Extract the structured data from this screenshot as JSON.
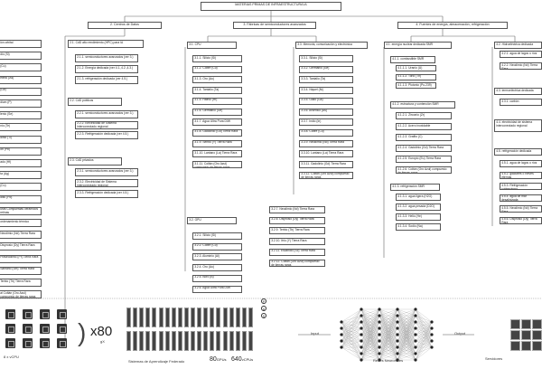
{
  "root": "MATERIAS PRIMAS DE INFRAESTRUCTURA IA",
  "left_column": [
    "ión orbital",
    "dio (Si)",
    "(Cu)",
    "elerio (As)",
    "(Ge)",
    "dium (P)",
    "lenio (Se)",
    "nio (Te)",
    "dinio (Ti)",
    "ón (Pb)",
    "ado (Hf)",
    "ta (Ag)",
    "(Cu)",
    "ditio (Pd)",
    "uras Compuestas cerámicos retinas",
    "ordenamiento térmico",
    "Neodimio (Nd) Tierra Rara",
    "Disprosio (Dy) Tierra Rara",
    "Praseodimio (Pr) Tierra Rara",
    "Samario (Sm) Tierra Rara",
    "Terbio (Tb) Tierra Rara",
    "al Coltán (Oro Azul) compuesto de tierras raras"
  ],
  "centros": {
    "title": "2. Centros de Datos",
    "hpc_title": "2.1. CdD alto rendimiento (HPC) para IA",
    "hpc": [
      "2.1.1. semiconductores avanzados (ver 3.)",
      "2.1.2. Energía dedicada (ver 4.1.,4.2.,4.3.)",
      "2.1.3. refrigeración dedicada (ver 4.5.)"
    ],
    "pub_title": "2.2. CdD públicos",
    "pub": [
      "2.2.1. semiconductores avanzados (ver 3.)",
      "2.2.2. Electricidad de Sistema interconectado regional",
      "2.2.3. Refrigeración dedicada (ver 4.5.)"
    ],
    "priv_title": "2.3. CdD privados",
    "priv": [
      "2.3.1. semiconductores avanzados (ver 3.)",
      "2.3.2. Electricidad de Sistema interconectado regional",
      "2.3.3. Refrigeración dedicada (ver 4.5.)"
    ]
  },
  "fabricas": {
    "title": "3. Fábricas de semiconductores avanzados",
    "cpu_title": "3.1. CPU",
    "cpu": [
      "3.1.1. Silicio (Si)",
      "3.1.2. Cobre (Cu)",
      "3.1.3. Oro (Au)",
      "3.1.4. Tantalio (Ta)",
      "3.1.5. Hafnio (Hf)",
      "3.1.6. Germanio (Ge)",
      "3.1.7. Agua Ultra Pura DIW",
      "3.1.8. Gadolinio (Gd) Tierra Rara",
      "3.1.9. Serbio (Y) Tierra Rara",
      "3.1.10. Lantano (La) Tierra Rara",
      "3.1.11. Coltán (Oro Azul) compuesto de tierras raras"
    ],
    "gpu_title": "3.2. GPU",
    "gpu_a": [
      "3.2.1. Silicio (Si)",
      "3.2.2. Cobre (Cu)",
      "3.2.3. Aluminio (Al)",
      "3.2.4. Oro (Au)",
      "3.2.5. Boro (B)",
      "3.2.6. Agua Ultra Pura DIW"
    ],
    "gpu_b": [
      "3.2.7. Neodimio (Nd) Tierra Rara",
      "3.2.8. Disprosio (Dy) Tierra Rara",
      "3.2.9. Terbio (Tb) Tierra Rara",
      "3.2.10. Itrio (Y) Tierra Rara",
      "3.2.11. Escandio (Sc) Tierra Rara",
      "3.2.12. Coltán (Oro Azul) compuesto de tierras raras"
    ],
    "mem_title": "3.3. Memoria, comunicación y electrónica",
    "mem": [
      "3.3.1. Silicio (Si)",
      "3.3.2. Germanio (Ge)",
      "3.3.3. Tantalio (Ta)",
      "3.3.4. Niquel (Ni)",
      "3.3.5. Galio (Ga)",
      "3.3.6. Arsénico (As)",
      "3.3.7. Indio (In)",
      "3.3.8. Cobre (Cu)",
      "3.3.9. Neodimio (Nd) Tierra Rara",
      "3.3.10. Lantano (La) Tierra Rara",
      "3.3.11. Gadolinio (Gd) Tierra Rara",
      "3.3.12. Coltán (Oro Azul) compuesto de tierras raras"
    ]
  },
  "energia": {
    "title": "4. Fuentes de energía, almacenación, refrigeración",
    "nuc_title": "4.1. energía nuclear dedicada SMR",
    "comb_title": "4.1.1. combustible SMR",
    "comb": [
      "4.1.1.1. Uranio (U)",
      "4.1.1.2. Torio (Th)",
      "4.1.1.3. Plutonio (Pu-239)"
    ],
    "est_title": "4.1.2. estructura y contención SMR",
    "est": [
      "4.1.2.1. Zirconio (Zr)",
      "4.1.2.2. Acero inoxidable",
      "4.1.2.3. Grafito (C)",
      "4.1.2.4. Gadolinio (Gd) Tierra Rara",
      "4.1.2.5. Europio (Eu) Tierra Rara",
      "4.1.2.6. Coltán (Oro Azul) compuesto de tierras raras"
    ],
    "ref_title": "4.1.3. refrigeración SMR",
    "ref": [
      "4.1.3.1. agua ligera (H2O)",
      "4.1.3.2. agua pesada (D2O)",
      "4.1.3.3. Helio (He)",
      "4.1.3.4. Sodio (Na)"
    ],
    "hidro_title": "4.2. Hidroeléctrica dedicada",
    "hidro": [
      "4.2.1. agua de lagos o ríos",
      "4.2.2. Neodimio (Nd) Tierra Rara"
    ],
    "termo_title": "4.3. termoeléctrica dedicada",
    "termo": [
      "4.3.1. carbón"
    ],
    "elec_title": "4.4. electricidad de sistema interconectado regional",
    "refd_title": "4.5. refrigeración dedicada",
    "refd": [
      "4.5.1. agua de lagos o ríos",
      "4.5.2. glaciares o nieves eternas",
      "4.5.3. Refrigeración subterránea",
      "4.5.4. agua de mar desalinizada",
      "4.5.5. Neodimio (Nd) Tierra Rara",
      "4.5.6. Disprosio (Dy) Tierra Rara"
    ]
  },
  "bottom": {
    "vcpu": "8 x vCPU",
    "times": "x80",
    "gx": "gX",
    "fed": "Sistemas de Aprendizaje Federado",
    "gpus_num": "80",
    "gpus_unit": "GPUs",
    "vcpus_num": "640",
    "vcpus_unit": "vCPUs",
    "input": "Input",
    "output": "Output",
    "redes": "Redes Neuronales",
    "servidores": "Servidores",
    "circles": [
      "P",
      "A",
      "S"
    ]
  }
}
